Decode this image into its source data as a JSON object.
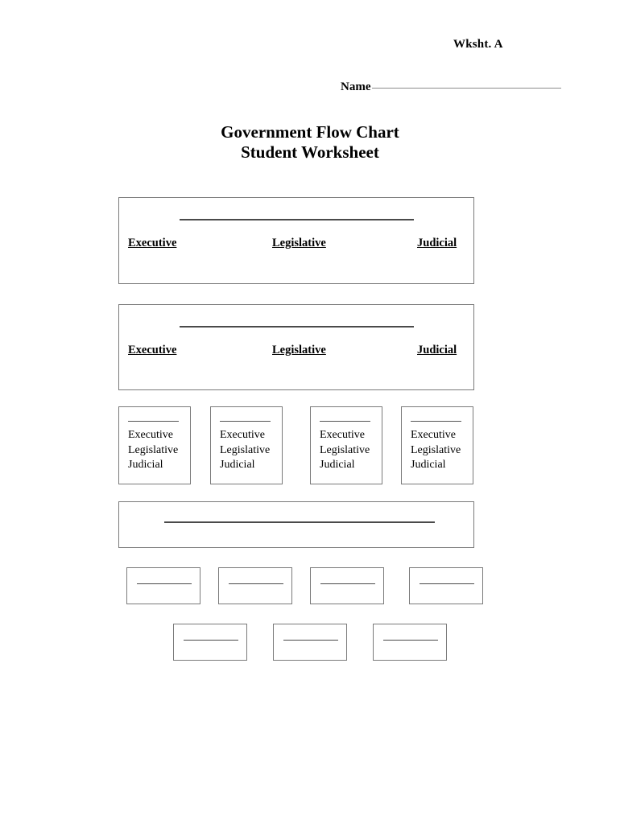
{
  "header": {
    "worksheet_label": "Wksht. A",
    "name_label": "Name"
  },
  "title": {
    "line1": "Government Flow Chart",
    "line2": "Student Worksheet"
  },
  "branches": {
    "executive": "Executive",
    "legislative": "Legislative",
    "judicial": "Judicial"
  },
  "branch_boxes": [
    {
      "id": "branch-box-1",
      "labels": [
        "Executive",
        "Legislative",
        "Judicial"
      ]
    },
    {
      "id": "branch-box-2",
      "labels": [
        "Executive",
        "Legislative",
        "Judicial"
      ]
    }
  ],
  "triad_boxes": [
    {
      "line1": "Executive",
      "line2": "Legislative",
      "line3": "Judicial"
    },
    {
      "line1": "Executive",
      "line2": "Legislative",
      "line3": "Judicial"
    },
    {
      "line1": "Executive",
      "line2": "Legislative",
      "line3": "Judicial"
    },
    {
      "line1": "Executive",
      "line2": "Legislative",
      "line3": "Judicial"
    }
  ],
  "blank_boxes_row5": [
    {},
    {},
    {},
    {}
  ],
  "blank_boxes_row6": [
    {},
    {},
    {}
  ],
  "colors": {
    "text": "#000000",
    "box_border": "#7a7a7a",
    "fill_rule": "#4a4a4a",
    "name_rule": "#8c8c8c",
    "page_background": "#ffffff"
  }
}
